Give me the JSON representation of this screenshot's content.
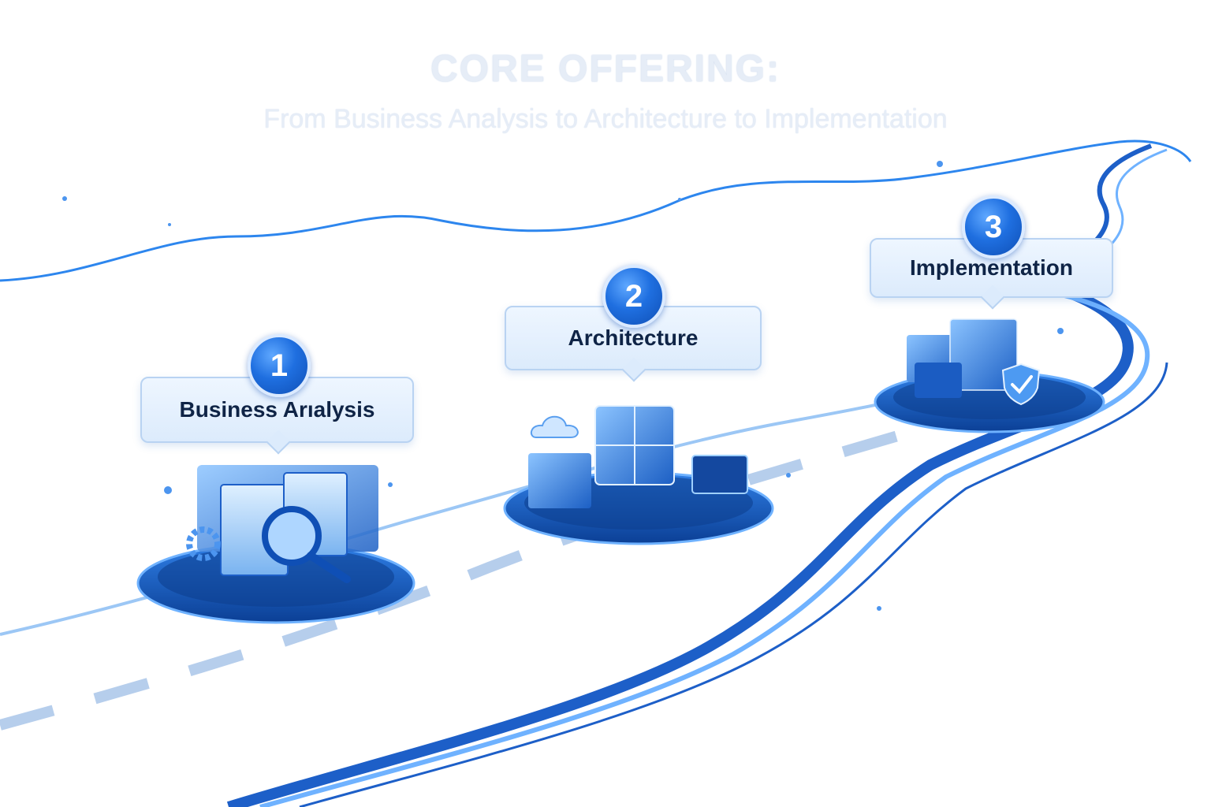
{
  "header": {
    "title": "CORE OFFERING:",
    "subtitle": "From Business Analysis to Architecture to Implementation"
  },
  "steps": [
    {
      "number": "1",
      "label": "Business Arıalysis",
      "icon": "magnifying-glass-dashboard-icon"
    },
    {
      "number": "2",
      "label": "Architecture",
      "icon": "cube-cloud-server-icon"
    },
    {
      "number": "3",
      "label": "Implementation",
      "icon": "server-shield-check-icon"
    }
  ],
  "colors": {
    "accent": "#1f6fe0",
    "road": "#2a6fd6",
    "road_light": "#6fb2ff",
    "title": "#e6edf7",
    "label_text": "#0f2446"
  }
}
